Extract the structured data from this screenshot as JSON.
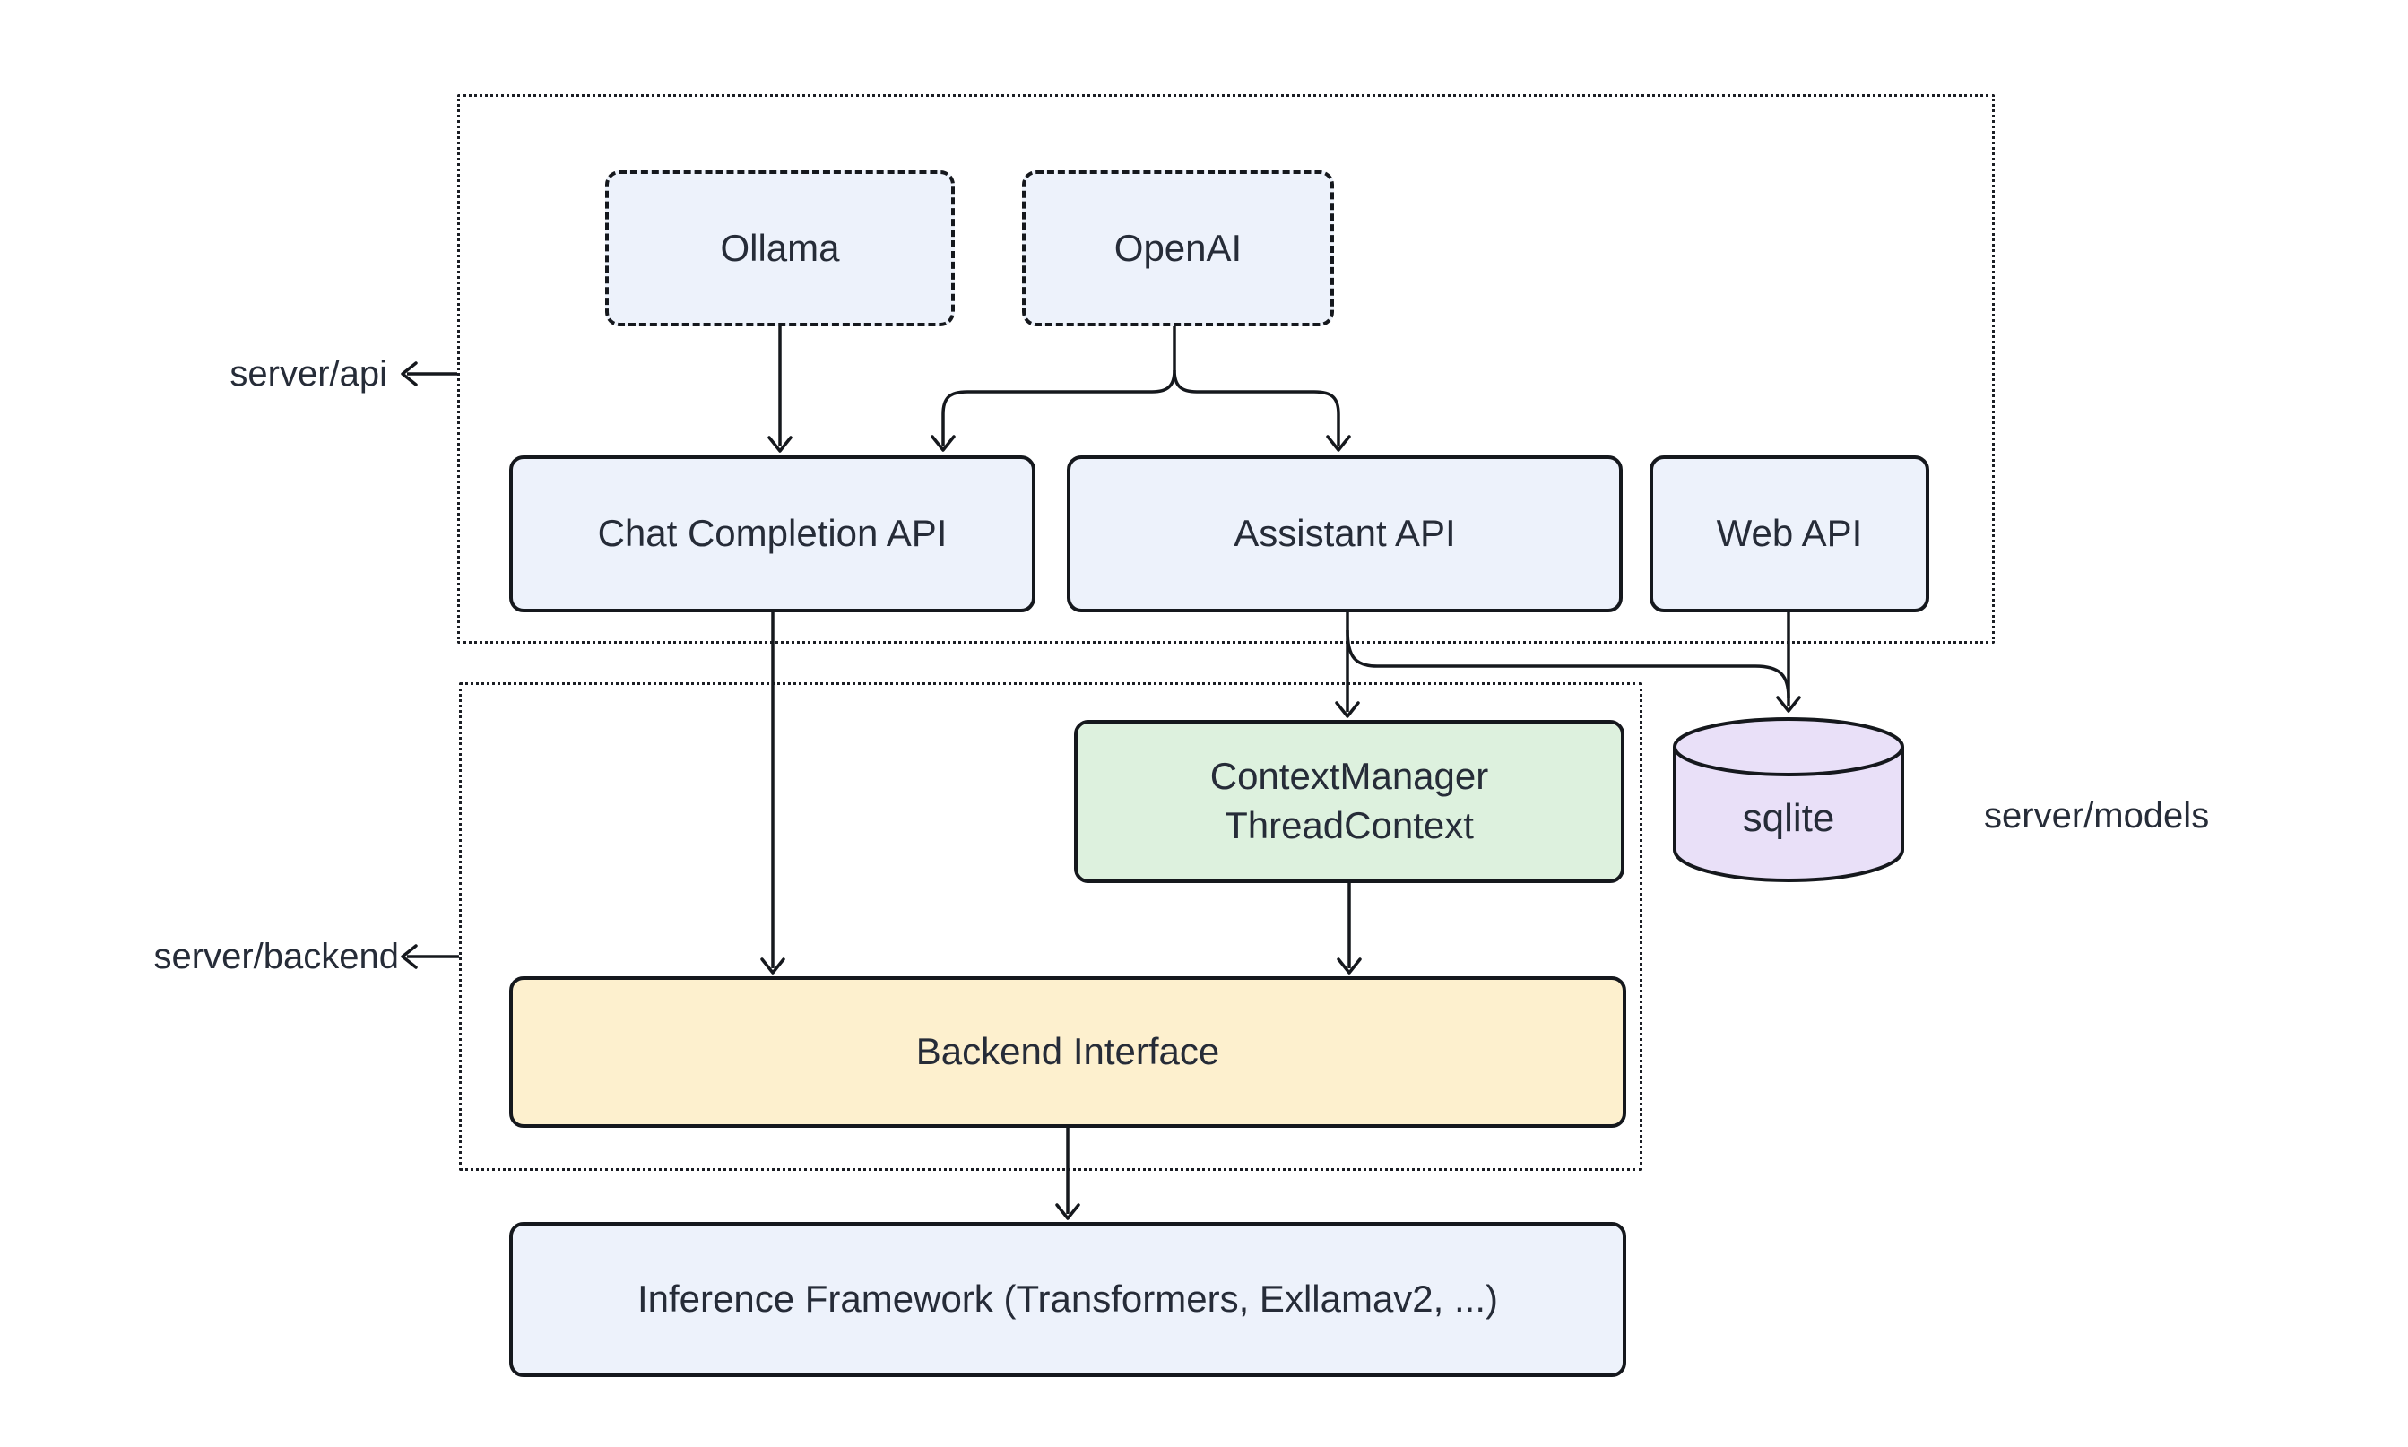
{
  "canvas": {
    "background": "#ffffff"
  },
  "colors": {
    "ink": "#15181d",
    "text": "#262c38",
    "node_blue": "#edf2fb",
    "node_green": "#ddf1de",
    "node_yellow": "#fdf0ce",
    "node_purple": "#e9e0f8"
  },
  "containers": {
    "api": {
      "label": "server/api"
    },
    "backend": {
      "label": "server/backend"
    }
  },
  "nodes": {
    "ollama": {
      "label": "Ollama"
    },
    "openai": {
      "label": "OpenAI"
    },
    "chat_completion_api": {
      "label": "Chat Completion API"
    },
    "assistant_api": {
      "label": "Assistant API"
    },
    "web_api": {
      "label": "Web API"
    },
    "context_manager": {
      "line1": "ContextManager",
      "line2": "ThreadContext"
    },
    "backend_interface": {
      "label": "Backend Interface"
    },
    "inference_framework": {
      "label": "Inference Framework (Transformers, Exllamav2, ...)"
    },
    "sqlite": {
      "label": "sqlite"
    }
  },
  "external_labels": {
    "models": {
      "label": "server/models"
    }
  },
  "edges": [
    {
      "from": "ollama",
      "to": "chat_completion_api"
    },
    {
      "from": "openai",
      "to": "chat_completion_api"
    },
    {
      "from": "openai",
      "to": "assistant_api"
    },
    {
      "from": "chat_completion_api",
      "to": "backend_interface"
    },
    {
      "from": "assistant_api",
      "to": "context_manager"
    },
    {
      "from": "assistant_api",
      "to": "sqlite"
    },
    {
      "from": "web_api",
      "to": "sqlite"
    },
    {
      "from": "context_manager",
      "to": "backend_interface"
    },
    {
      "from": "backend_interface",
      "to": "inference_framework"
    }
  ]
}
